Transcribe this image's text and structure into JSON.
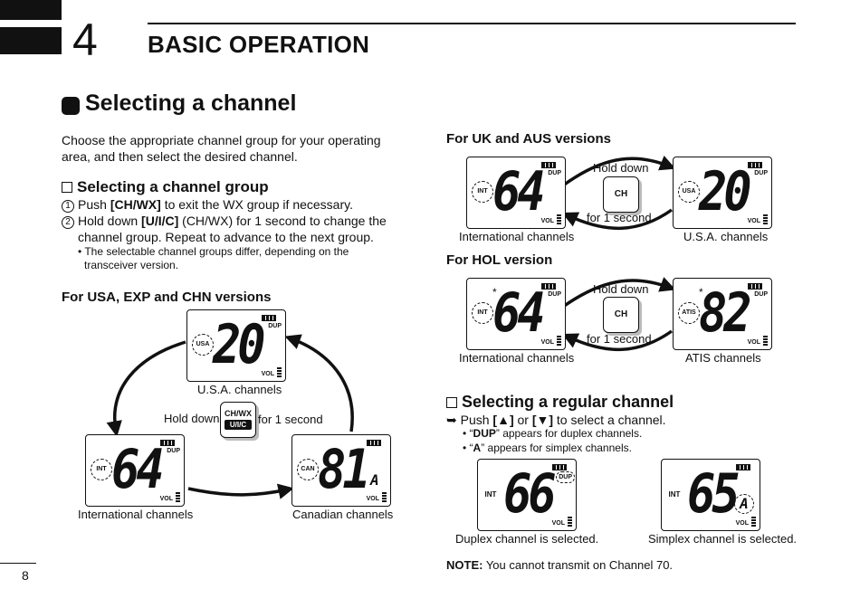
{
  "chapter": {
    "number": "4",
    "title": "BASIC OPERATION"
  },
  "section": {
    "title": "Selecting a channel"
  },
  "intro": "Choose the appropriate channel group for your operating area, and then select the desired channel.",
  "group": {
    "title": "Selecting a channel group",
    "step1_num": "1",
    "step1_pre": "Push ",
    "step1_key": "[CH/WX]",
    "step1_post": " to exit the WX group if necessary.",
    "step2_num": "2",
    "step2_pre": "Hold down ",
    "step2_key": "[U/I/C]",
    "step2_post": " (CH/WX) for 1 second to change the",
    "step2_line2": "channel group. Repeat to advance to the next group.",
    "note_line1": "• The selectable channel groups differ, depending on the",
    "note_line2": "transceiver version."
  },
  "usa_block": {
    "header": "For USA, EXP and CHN versions",
    "hold_down": "Hold down",
    "for_1_second": "for 1 second",
    "key_top": "CH/WX",
    "key_bottom": "U/I/C",
    "usa": {
      "digits": "20",
      "tag": "USA",
      "dup": "DUP",
      "vol": "VOL",
      "caption": "U.S.A. channels"
    },
    "intl": {
      "digits": "64",
      "tag": "INT",
      "dup": "DUP",
      "vol": "VOL",
      "caption": "International channels"
    },
    "can": {
      "digits": "81",
      "suffix": "A",
      "tag": "CAN",
      "vol": "VOL",
      "caption": "Canadian channels"
    }
  },
  "uk_block": {
    "header": "For UK and AUS versions",
    "hold_down": "Hold down",
    "for_1_second": "for 1 second",
    "key": "CH",
    "left": {
      "digits": "64",
      "tag": "INT",
      "dup": "DUP",
      "vol": "VOL",
      "caption": "International channels"
    },
    "right": {
      "digits": "20",
      "tag": "USA",
      "dup": "DUP",
      "vol": "VOL",
      "caption": "U.S.A. channels"
    }
  },
  "hol_block": {
    "header": "For HOL version",
    "hold_down": "Hold down",
    "for_1_second": "for 1 second",
    "key": "CH",
    "left": {
      "digits": "64",
      "star": "*",
      "tag": "INT",
      "dup": "DUP",
      "vol": "VOL",
      "caption": "International channels"
    },
    "right": {
      "digits": "82",
      "star": "*",
      "tag": "ATIS",
      "dup": "DUP",
      "vol": "VOL",
      "caption": "ATIS channels"
    }
  },
  "regular": {
    "title": "Selecting a regular channel",
    "push_pre": "➥ Push ",
    "push_key1": "[▲]",
    "push_mid": " or ",
    "push_key2": "[▼]",
    "push_post": " to select a channel.",
    "bullet1_pre": "• “",
    "bullet1_key": "DUP",
    "bullet1_post": "” appears for duplex channels.",
    "bullet2_pre": "• “",
    "bullet2_key": "A",
    "bullet2_post": "” appears for simplex channels.",
    "duplex": {
      "digits": "66",
      "tag": "INT",
      "dup": "DUP",
      "vol": "VOL",
      "caption": "Duplex channel is selected."
    },
    "simplex": {
      "digits": "65",
      "suffix": "A",
      "tag": "INT",
      "vol": "VOL",
      "caption": "Simplex channel is selected."
    }
  },
  "note": {
    "label": "NOTE:",
    "text": " You cannot transmit on Channel 70."
  },
  "page_number": "8"
}
